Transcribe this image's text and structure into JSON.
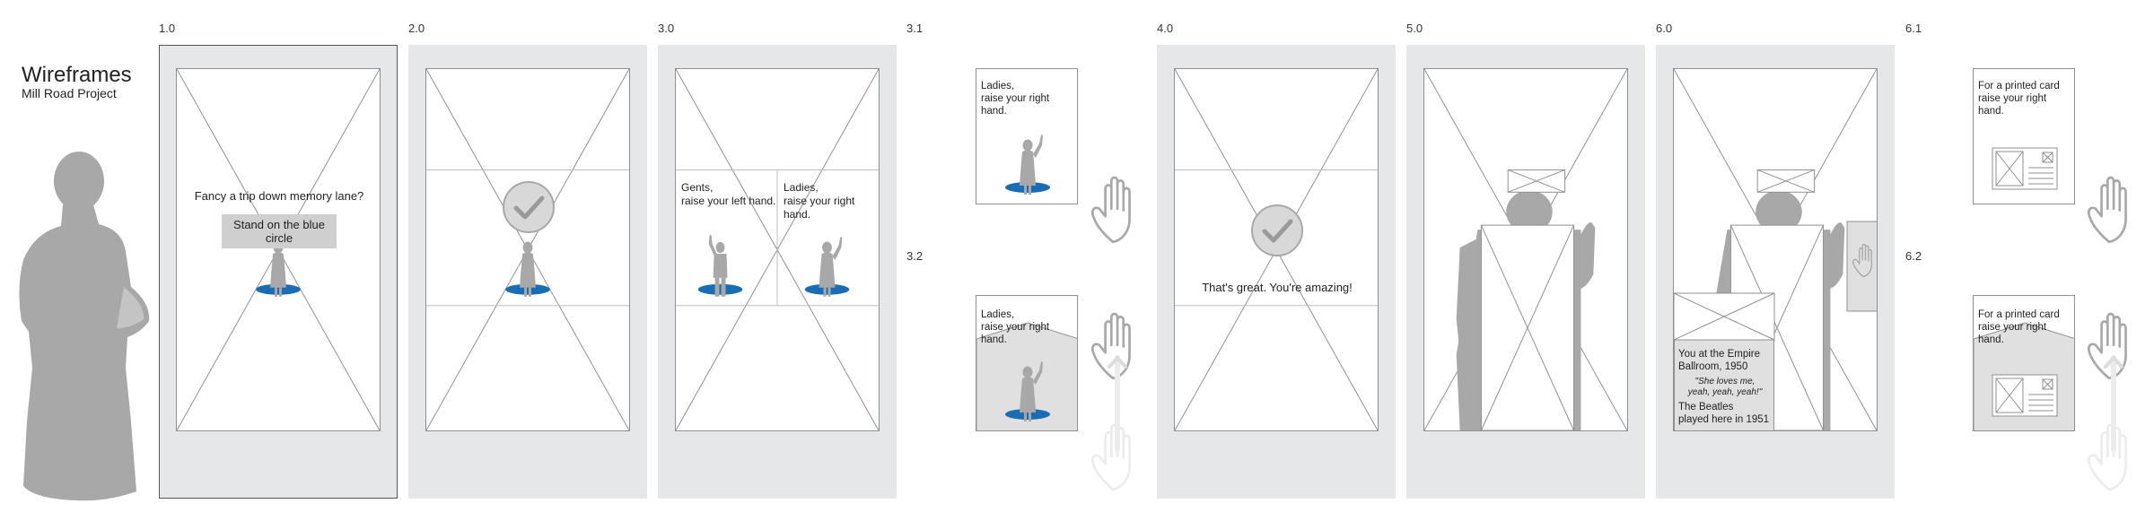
{
  "header": {
    "title": "Wireframes",
    "subtitle": "Mill Road Project"
  },
  "steps": {
    "s10": "1.0",
    "s20": "2.0",
    "s30": "3.0",
    "s31": "3.1",
    "s32": "3.2",
    "s40": "4.0",
    "s50": "5.0",
    "s60": "6.0",
    "s61": "6.1",
    "s62": "6.2"
  },
  "screen1": {
    "prompt": "Fancy a trip down memory lane?",
    "button_label": "Stand on the blue circle"
  },
  "screen3": {
    "left_text": "Gents,\nraise your left hand.",
    "right_text": "Ladies,\nraise your right hand."
  },
  "card31": {
    "text": "Ladies,\nraise your right hand."
  },
  "card32": {
    "text": "Ladies,\nraise your right hand."
  },
  "screen4": {
    "message": "That's great. You're amazing!"
  },
  "screen6": {
    "caption": "You at the Empire\nBallroom, 1950",
    "quote": "\"She loves me,\nyeah, yeah, yeah!\"",
    "fact": "The Beatles\nplayed here in 1951"
  },
  "card61": {
    "text": "For a printed card\nraise your right hand."
  },
  "card62": {
    "text": "For a printed card\nraise your right hand."
  },
  "colors": {
    "panel": "#e6e7e8",
    "accent_blue": "#1a6db5",
    "silhouette": "#a8a8a8",
    "frame": "#8f8f8f"
  }
}
